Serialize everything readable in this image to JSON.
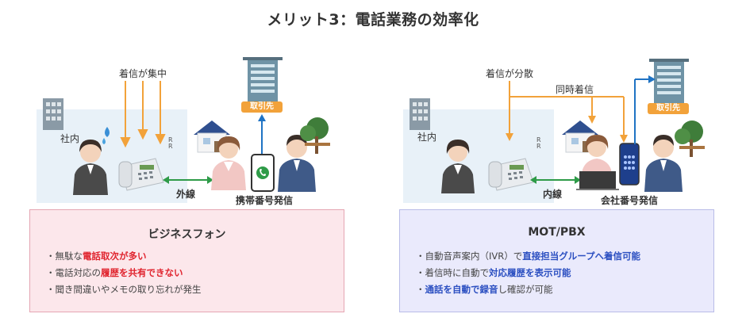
{
  "title": "メリット3：電話業務の効率化",
  "left": {
    "room_label": "社内",
    "incoming_label": "着信が集中",
    "external_label": "外線",
    "mobile_label": "携帯番号発信",
    "client_tag": "取引先",
    "box": {
      "title": "ビジネスフォン",
      "items": [
        {
          "pre": "・無駄な",
          "hl": "電話取次が多い",
          "post": ""
        },
        {
          "pre": "・電話対応の",
          "hl": "履歴を共有できない",
          "post": ""
        },
        {
          "pre": "・聞き間違いやメモの取り忘れが発生",
          "hl": "",
          "post": ""
        }
      ]
    }
  },
  "right": {
    "room_label": "社内",
    "incoming_label": "着信が分散",
    "simul_label": "同時着信",
    "internal_label": "内線",
    "company_label": "会社番号発信",
    "client_tag": "取引先",
    "box": {
      "title": "MOT/PBX",
      "items": [
        {
          "pre": "・自動音声案内（IVR）で",
          "hl": "直接担当グループへ着信可能",
          "post": ""
        },
        {
          "pre": "・着信時に自動で",
          "hl": "対応履歴を表示可能",
          "post": ""
        },
        {
          "pre": "・",
          "hl": "通話を自動で録音",
          "post": "し確認が可能"
        }
      ]
    }
  },
  "colors": {
    "accent_orange": "#f2a23a",
    "arrow_green": "#2e9b48",
    "arrow_blue": "#1f73c4",
    "highlight_red": "#e0242e",
    "highlight_blue": "#2b4fc1",
    "left_box_bg": "#fce7eb",
    "right_box_bg": "#eaeafc"
  }
}
